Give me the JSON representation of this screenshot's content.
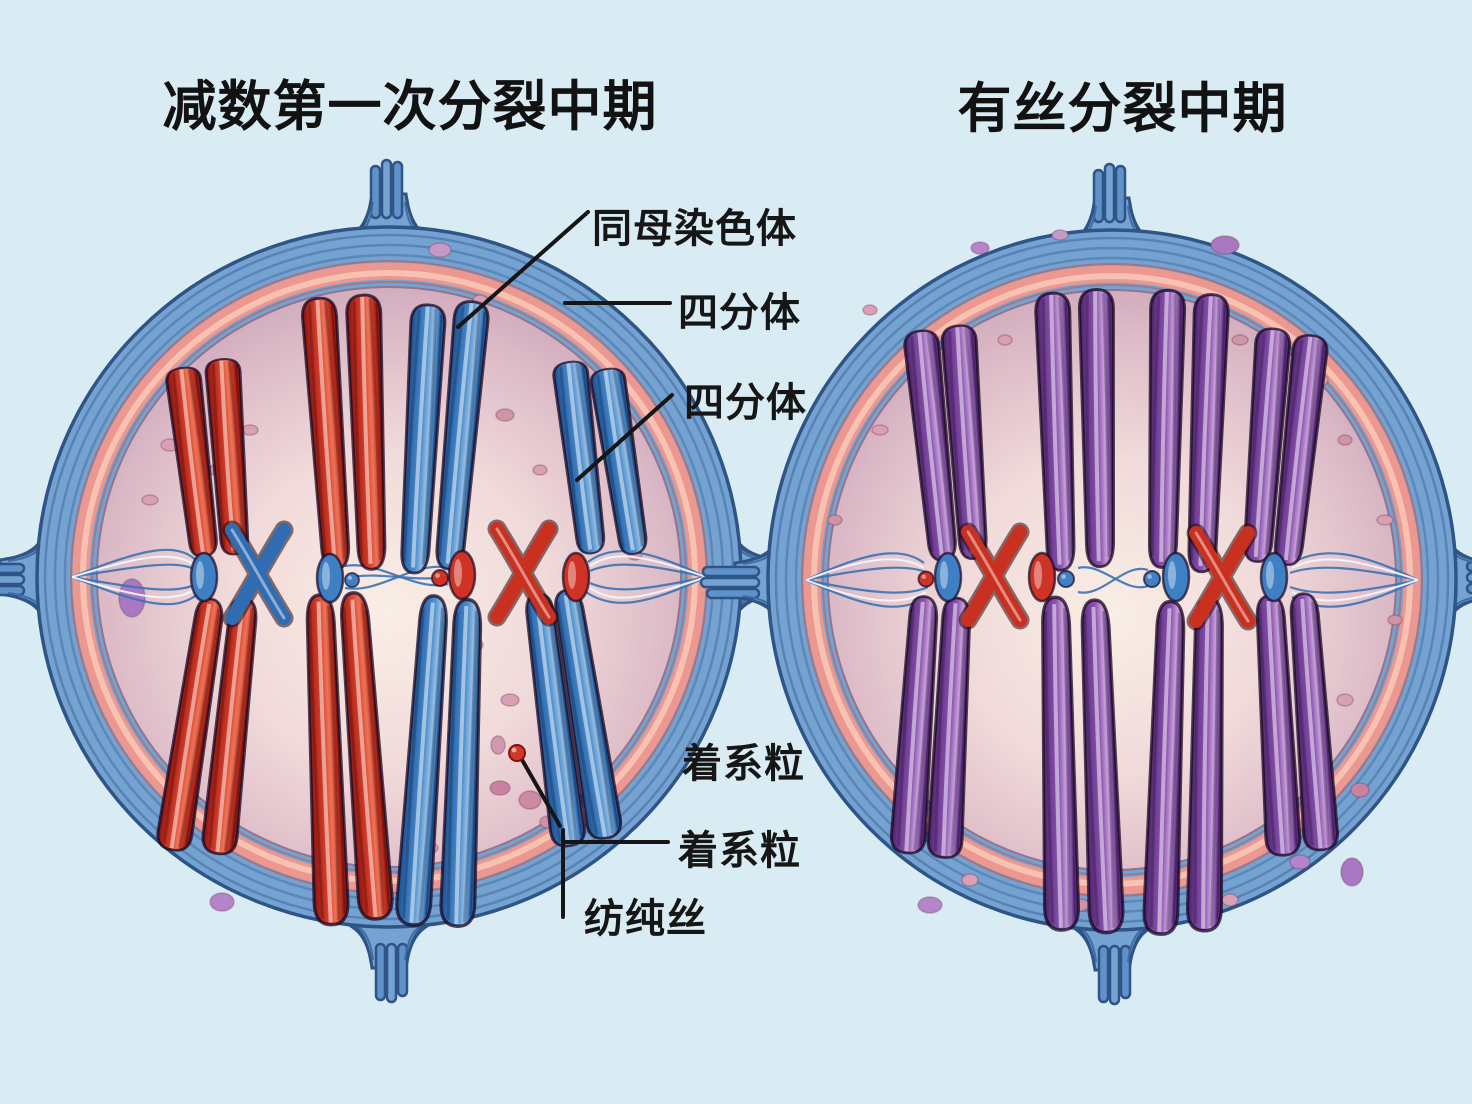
{
  "titles": {
    "left": "减数第一次分裂中期",
    "right": "有丝分裂中期"
  },
  "annotations": {
    "homologous_chromosome": "同母染色体",
    "tetrad_upper": "四分体",
    "tetrad_lower": "四分体",
    "centromere_upper": "着系粒",
    "centromere_lower": "着系粒",
    "spindle_fiber": "纺纯丝"
  },
  "colors": {
    "background": "#d9ecf4",
    "membrane_blue": "#74a3d2",
    "membrane_outline": "#2f5486",
    "ring_pink": "#ec9790",
    "cytoplasm_center": "#f8ece4",
    "cytoplasm_edge": "#be93ab",
    "chromosome_red": "#c9301f",
    "chromosome_blue": "#3b79bd",
    "chromosome_purple": "#8d56b0",
    "spindle_fiber_blue": "#3c72b4",
    "label_text": "#161616"
  }
}
